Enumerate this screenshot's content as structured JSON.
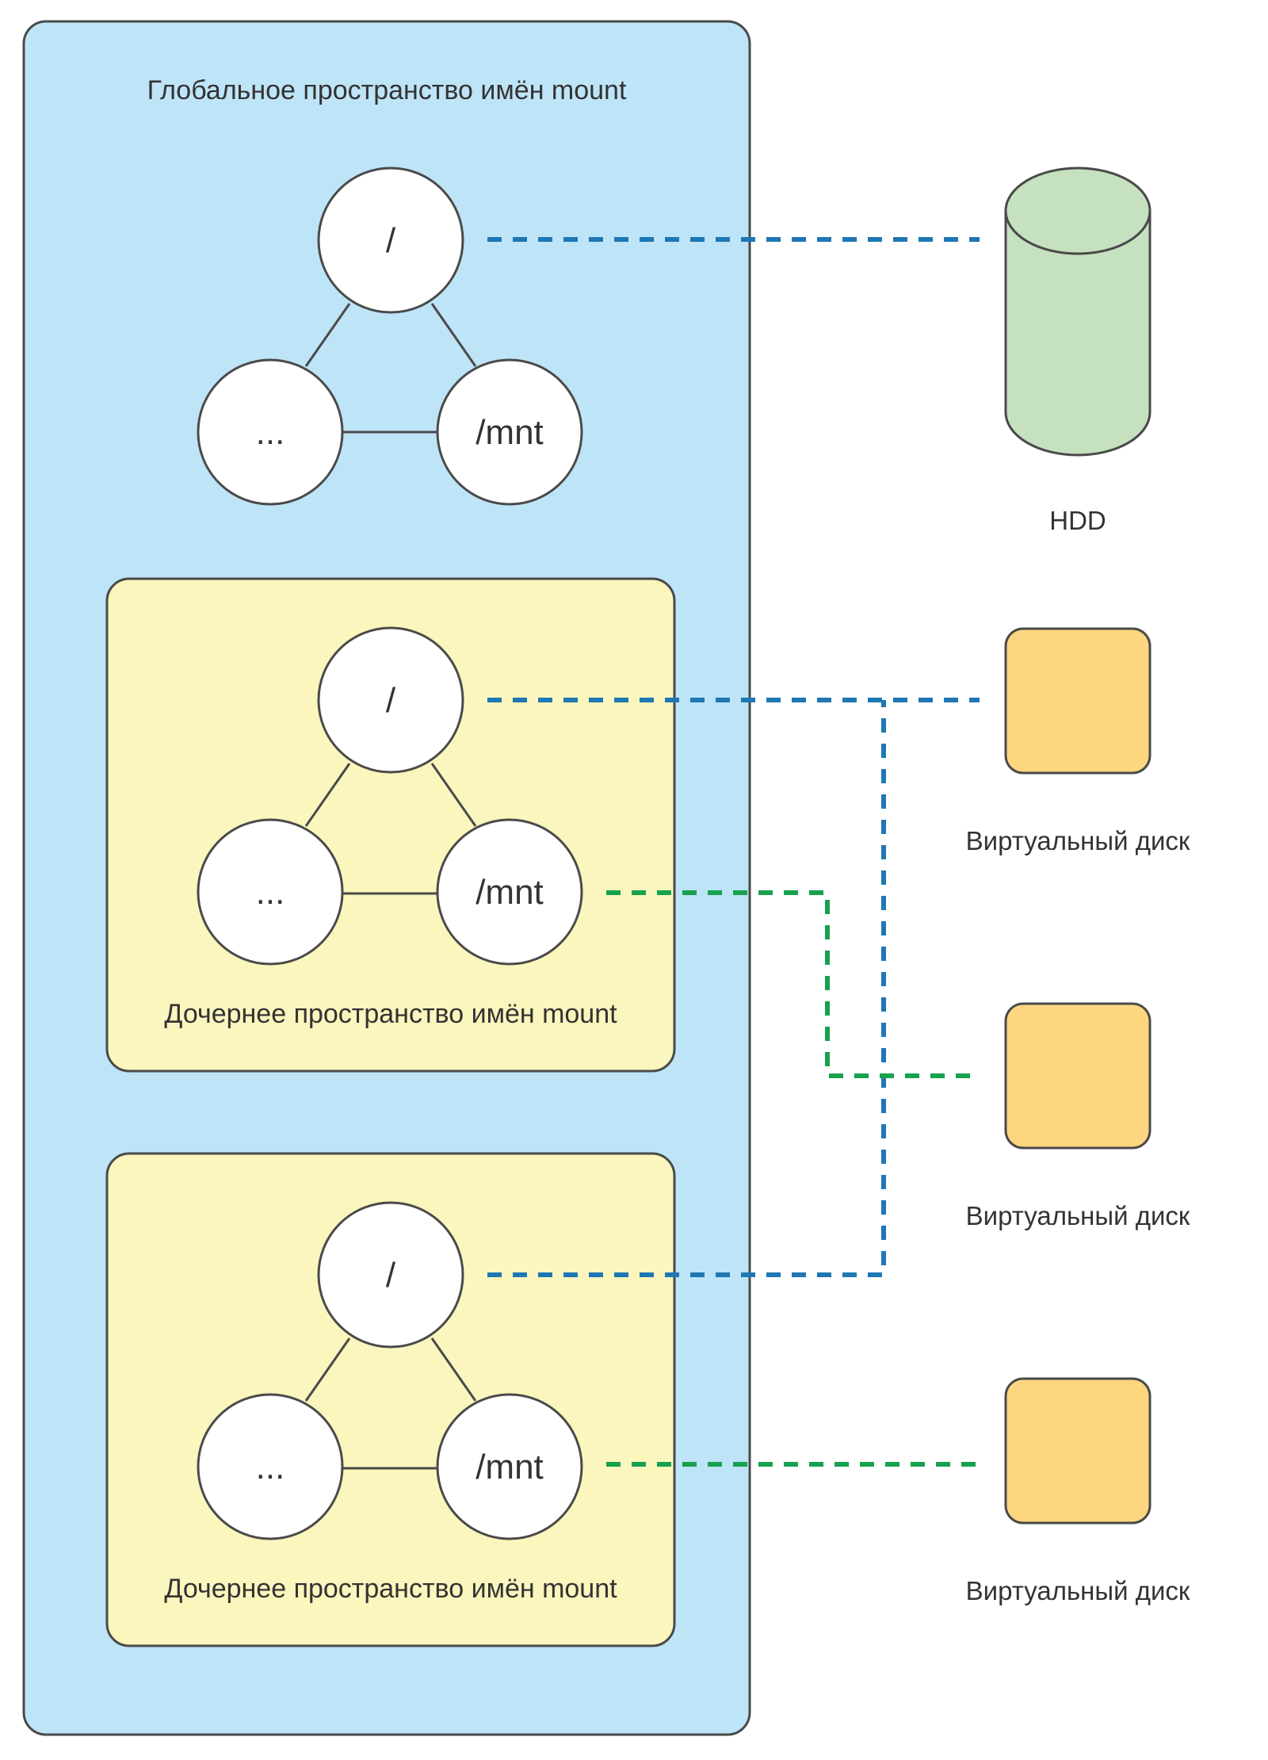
{
  "colors": {
    "global_fill": "#bee4f7",
    "child_fill": "#faf6bd",
    "hdd_fill": "#c6e1c0",
    "vdisk_fill": "#fed67f",
    "link_blue": "#1f77b4",
    "link_green": "#17a14f"
  },
  "global_ns": {
    "label": "Глобальное пространство имён mount",
    "nodes": {
      "root": "/",
      "other": "...",
      "mnt": "/mnt"
    }
  },
  "child_ns": [
    {
      "label": "Дочернее пространство имён mount",
      "nodes": {
        "root": "/",
        "other": "...",
        "mnt": "/mnt"
      }
    },
    {
      "label": "Дочернее пространство имён mount",
      "nodes": {
        "root": "/",
        "other": "...",
        "mnt": "/mnt"
      }
    }
  ],
  "devices": {
    "hdd": {
      "label": "HDD",
      "icon": "cylinder-icon"
    },
    "vdisks": [
      {
        "label": "Виртуальный диск",
        "icon": "square-icon"
      },
      {
        "label": "Виртуальный диск",
        "icon": "square-icon"
      },
      {
        "label": "Виртуальный диск",
        "icon": "square-icon"
      }
    ]
  }
}
